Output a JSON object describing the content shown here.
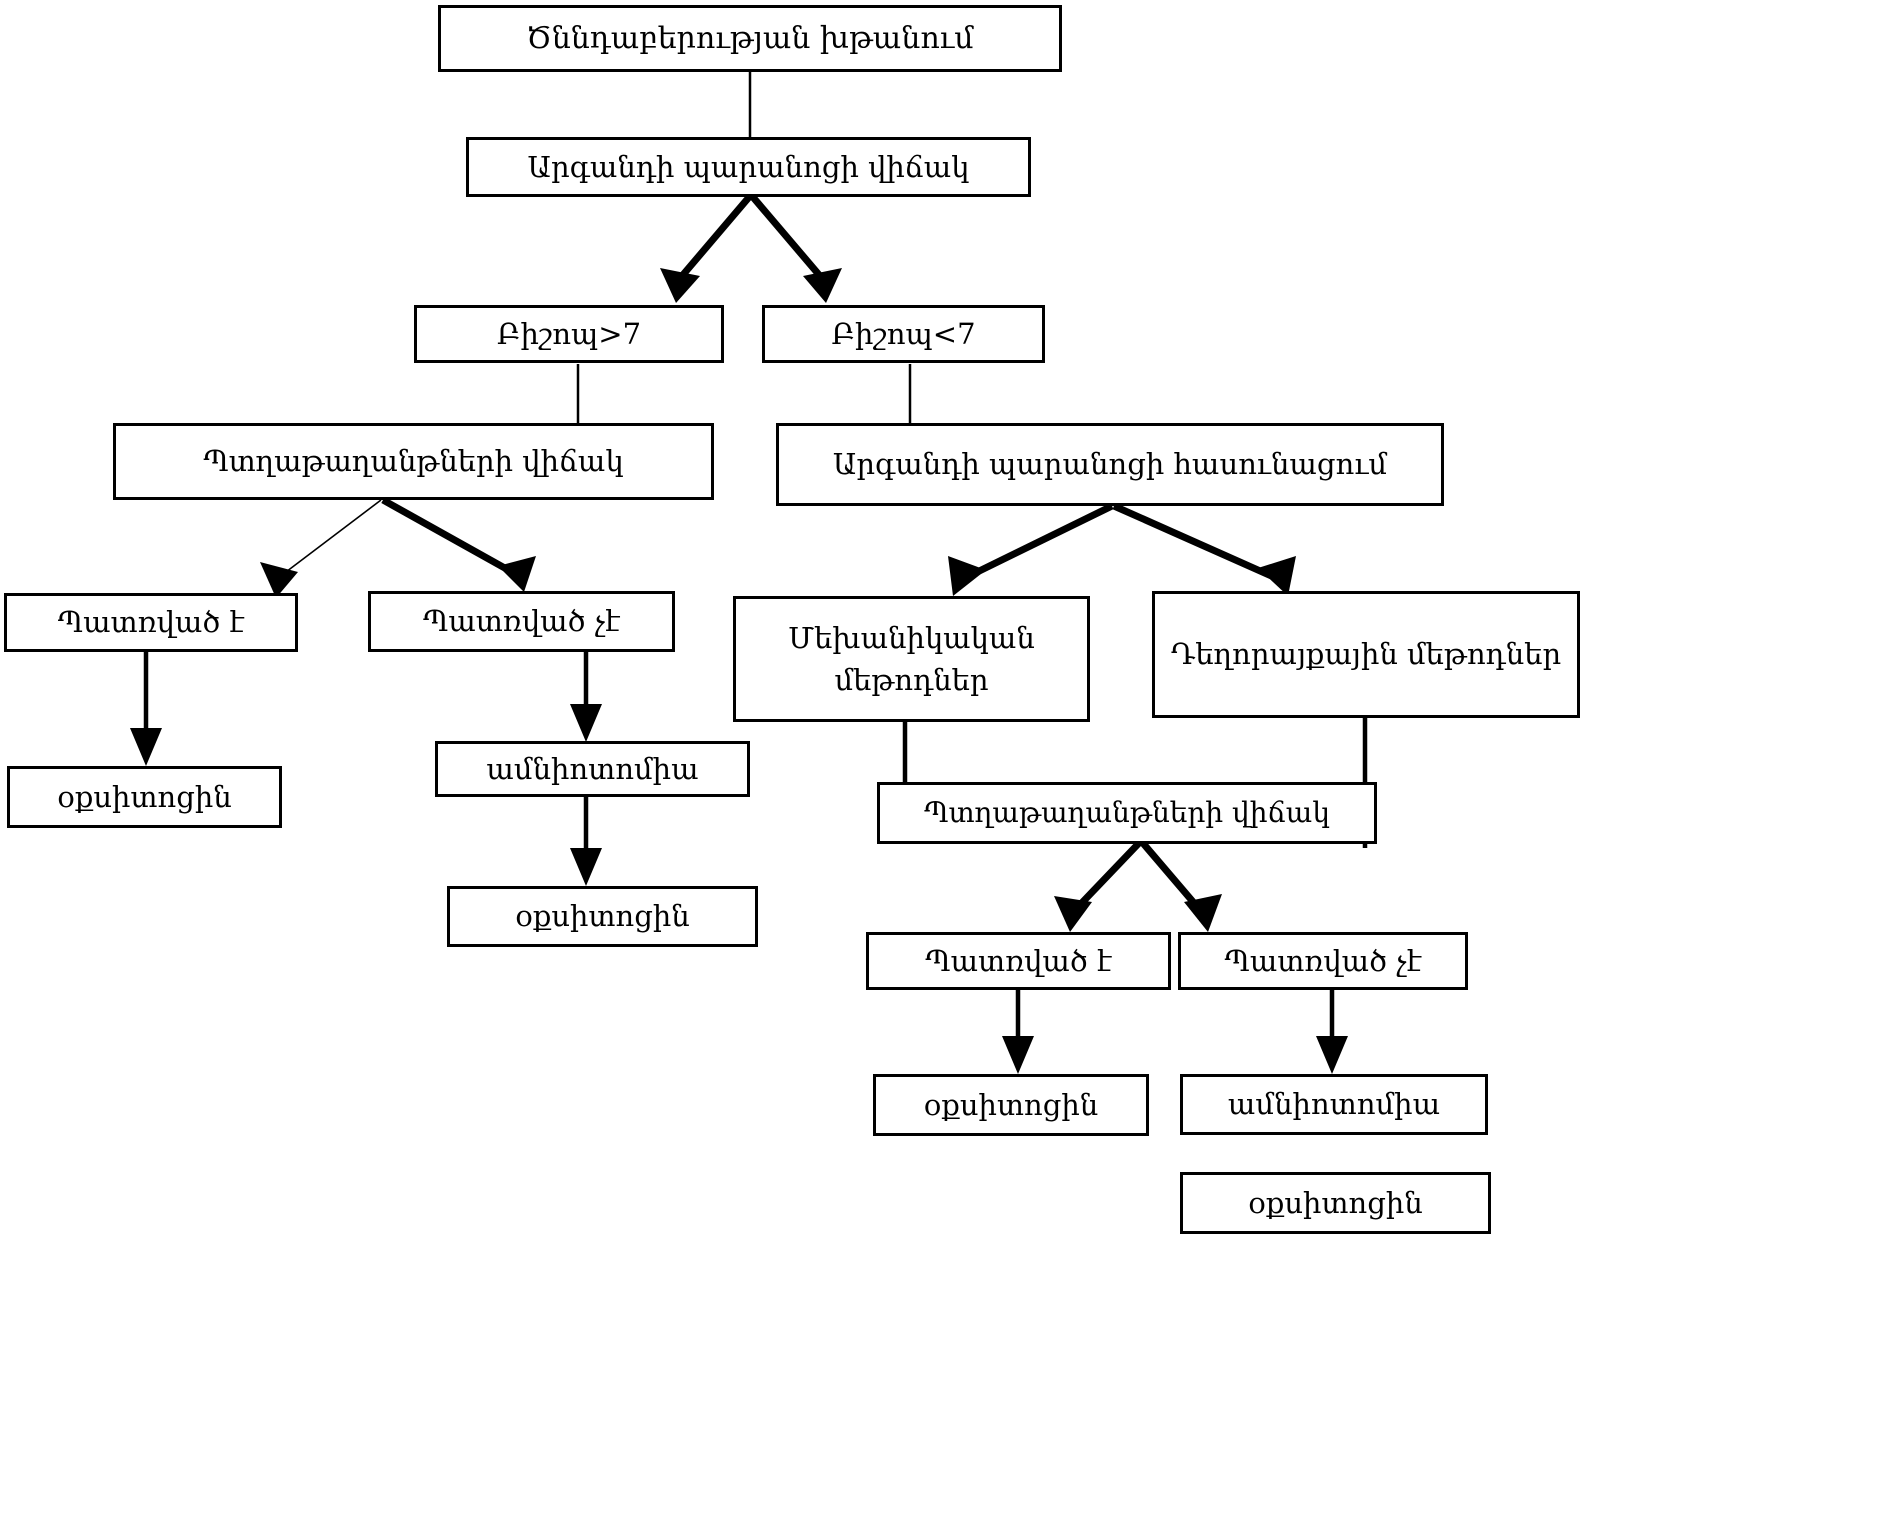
{
  "diagram": {
    "title": "Ծննդաբերության խթանում",
    "language": "Armenian",
    "type": "flowchart",
    "nodes": {
      "root": "Ծննդաբերության խթանում",
      "cervix_state": "Արգանդի պարանոցի վիճակ",
      "bishop_gt7": "Բիշոպ>7",
      "bishop_lt7": "Բիշոպ<7",
      "membranes_state_left": "Պտղաթաղանթների վիճակ",
      "cervix_ripening": "Արգանդի պարանոցի հասունացում",
      "ruptured_left": "Պատռված է",
      "not_ruptured_left": "Պատռված չէ",
      "oxytocin_left_1": "օքսիտոցին",
      "amniotomy_left": "ամնիոտոմիա",
      "oxytocin_left_2": "օքսիտոցին",
      "mechanical_methods": "Մեխանիկական մեթոդներ",
      "pharmacological_methods": "Դեղորայքային մեթոդներ",
      "membranes_state_right": "Պտղաթաղանթների վիճակ",
      "ruptured_right": "Պատռված է",
      "not_ruptured_right": "Պատռված չէ",
      "oxytocin_right": "օքսիտոցին",
      "amniotomy_right": "ամնիոտոմիա",
      "oxytocin_right_2": "օքսիտոցին"
    },
    "colors": {
      "border": "#000000",
      "text": "#000000",
      "background": "#ffffff"
    }
  }
}
